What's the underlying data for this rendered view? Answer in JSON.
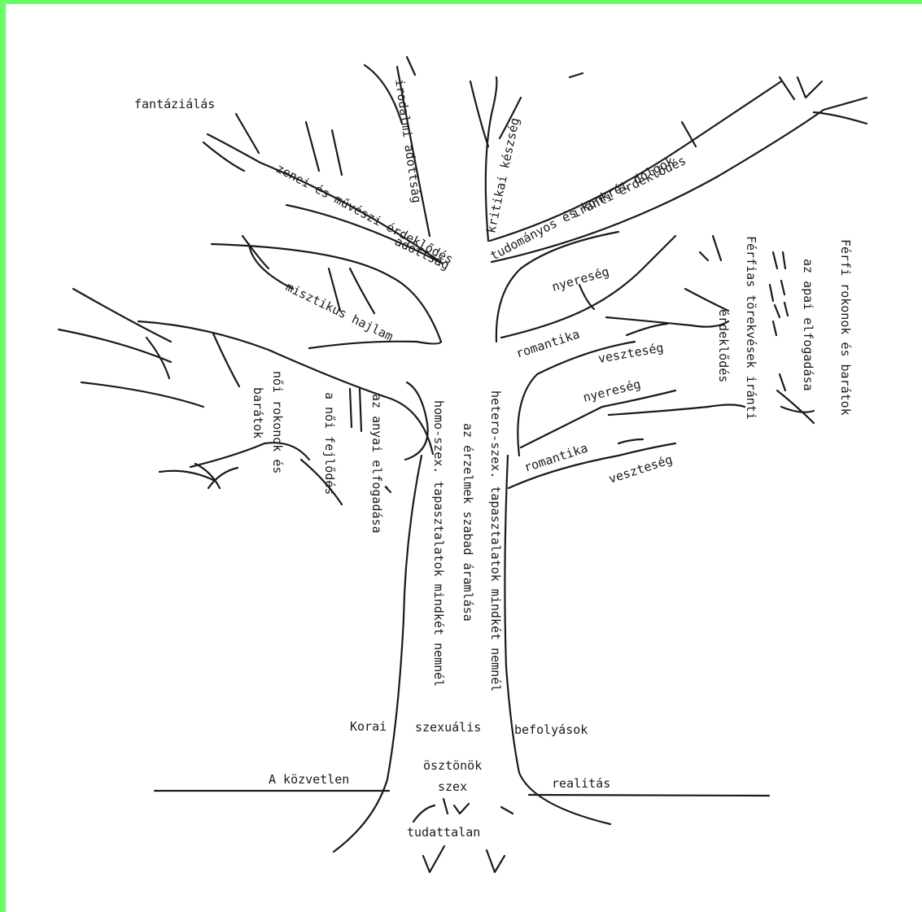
{
  "labels": {
    "fantazialas": "fantáziálás",
    "irodalmi": "irodalmi adottság",
    "kritikai": "kritikai készség",
    "zenei": "zenei és művészi érdeklődés",
    "adottsag": "adottság",
    "tudomanyos": "tudományos és konkrét dolgok",
    "iranti1": "iránti érdeklődés",
    "misztikus": "misztikus hajlam",
    "nyereseg1": "nyereség",
    "romantika1": "romantika",
    "veszteseg1": "veszteség",
    "nyereseg2": "nyereség",
    "romantika2": "romantika",
    "veszteseg2": "veszteség",
    "ferfi_rokonok": "Férfi rokonok és barátok",
    "apai": "az apai elfogadása",
    "ferfias": "Férfias törekvések iránti",
    "erdeklodes": "érdeklődés",
    "noi_rokonok": "női rokonok és",
    "baratok": "barátok",
    "noi_fejlodes": "a női fejlődés",
    "anyai": "az anyai elfogadása",
    "hetero": "hetero-szex. tapasztalatok mindkét nemnél",
    "erzelmek": "az érzelmek szabad áramlása",
    "homo": "homo-szex. tapasztalatok mindkét nemnél",
    "korai": "Korai",
    "szexualis": "szexuális",
    "befolyasok": "befolyások",
    "osztonok": "ösztönök",
    "a_kozvetlen": "A közvetlen",
    "szex": "szex",
    "realitas": "realitás",
    "tudattalan": "tudattalan"
  },
  "colors": {
    "frame": "#66ff66",
    "ink": "#1a1a1a",
    "paper": "#ffffff"
  }
}
